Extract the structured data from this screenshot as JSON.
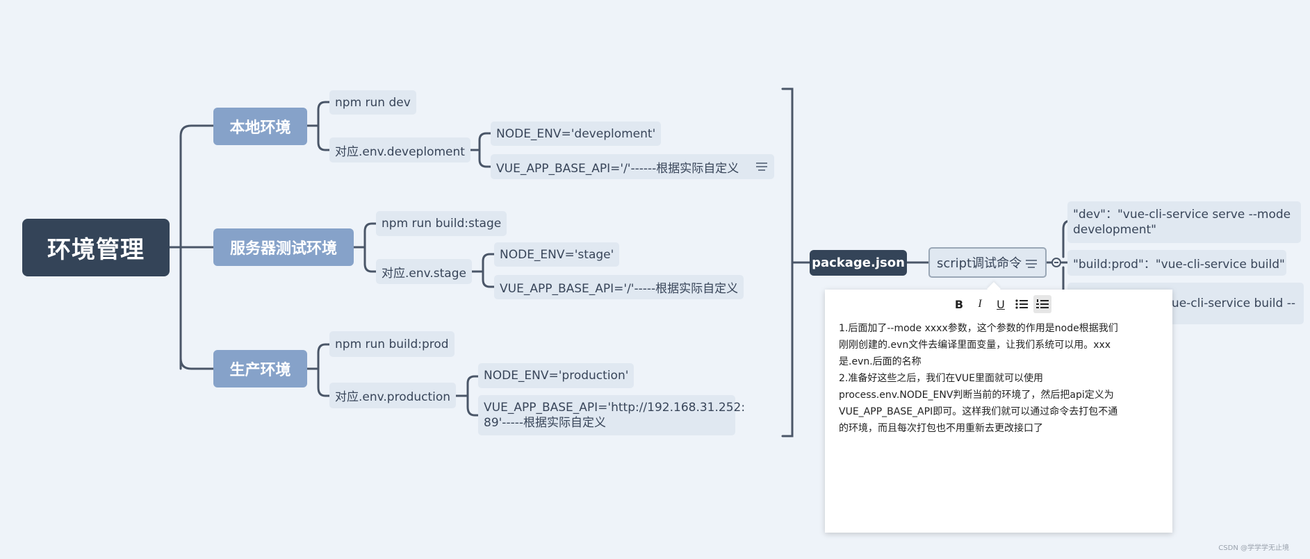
{
  "root": {
    "label": "环境管理"
  },
  "branches": [
    {
      "label": "本地环境",
      "command": "npm run dev",
      "env_file": "对应.env.deveploment",
      "vars": [
        "NODE_ENV='deveploment'",
        "VUE_APP_BASE_API='/'------根据实际自定义"
      ]
    },
    {
      "label": "服务器测试环境",
      "command": "npm run build:stage",
      "env_file": "对应.env.stage",
      "vars": [
        "NODE_ENV='stage'",
        "VUE_APP_BASE_API='/'-----根据实际自定义"
      ]
    },
    {
      "label": "生产环境",
      "command": "npm run build:prod",
      "env_file": "对应.env.production",
      "vars": [
        "NODE_ENV='production'",
        "VUE_APP_BASE_API='http://192.168.31.252:",
        "89'-----根据实际自定义"
      ]
    }
  ],
  "summary": {
    "label": "package.json",
    "child": "script调试命令",
    "scripts": [
      "\"dev\"：\"vue-cli-service serve --mode",
      "development\"",
      "\"build:prod\"：\"vue-cli-service build\"",
      "vue-cli-service build --"
    ]
  },
  "note": {
    "toolbar": {
      "bold": "B",
      "italic": "I",
      "underline": "U"
    },
    "lines": [
      "1.后面加了--mode xxxx参数，这个参数的作用是node根据我们",
      "刚刚创建的.evn文件去编译里面变量，让我们系统可以用。xxx",
      "是.evn.后面的名称",
      "2.准备好这些之后，我们在VUE里面就可以使用",
      "process.env.NODE_ENV判断当前的环境了，然后把api定义为",
      "VUE_APP_BASE_API即可。这样我们就可以通过命令去打包不通",
      "的环境，而且每次打包也不用重新去更改接口了"
    ]
  },
  "footer": "CSDN @学学学无止境"
}
